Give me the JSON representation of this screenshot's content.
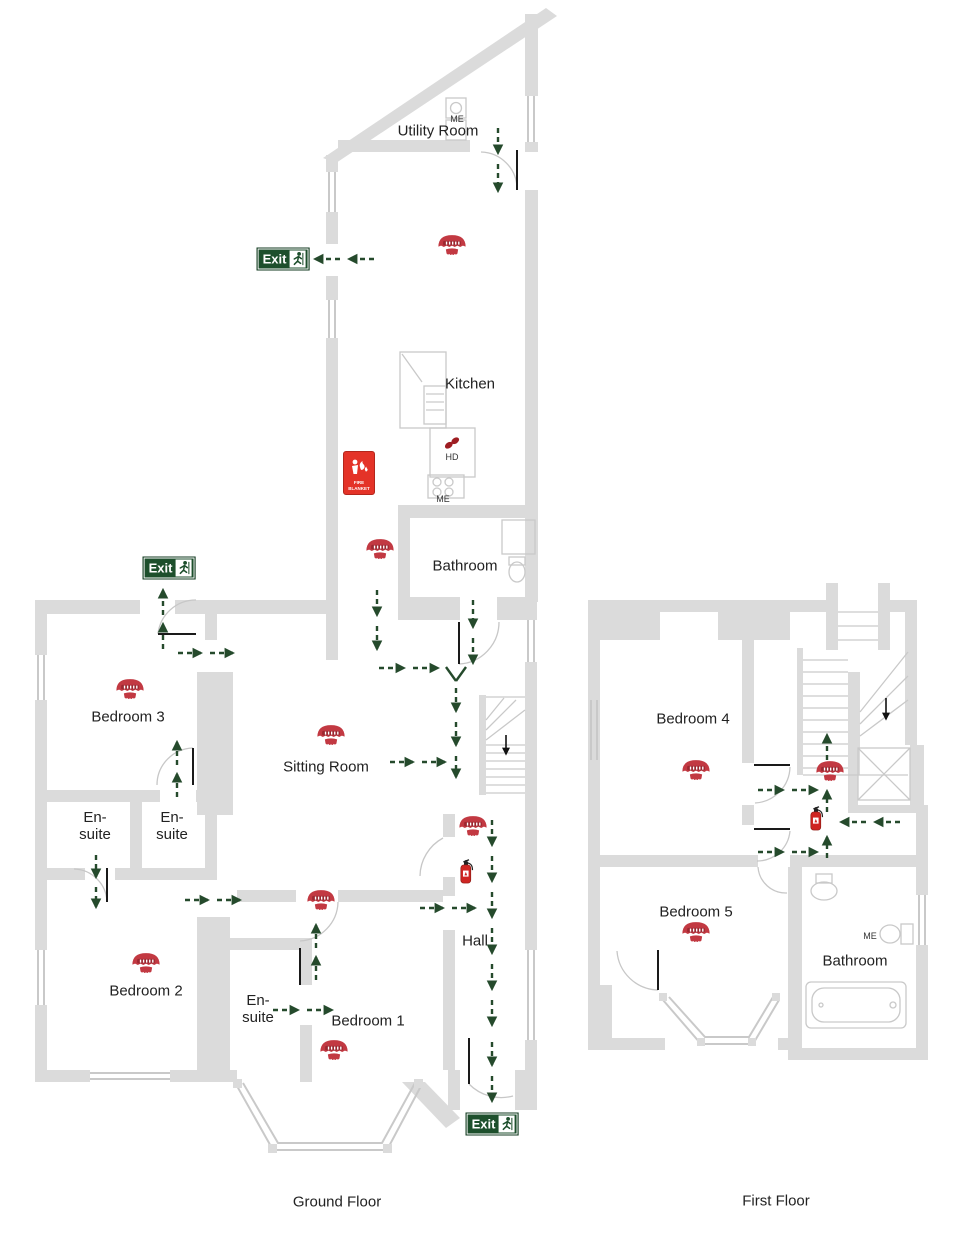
{
  "ground_floor": {
    "label": "Ground Floor",
    "rooms": {
      "utility": "Utility Room",
      "kitchen": "Kitchen",
      "bathroom": "Bathroom",
      "bedroom3": "Bedroom 3",
      "sitting_room": "Sitting Room",
      "ensuite_left": "En-suite",
      "ensuite_middle": "En-suite",
      "bedroom2": "Bedroom 2",
      "ensuite_bedroom1": "En-suite",
      "bedroom1": "Bedroom 1",
      "hall": "Hall"
    },
    "markers": {
      "me_utility": "ME",
      "hd_kitchen": "HD",
      "me_kitchen": "ME"
    }
  },
  "first_floor": {
    "label": "First Floor",
    "rooms": {
      "bedroom4": "Bedroom 4",
      "bedroom5": "Bedroom 5",
      "bathroom": "Bathroom"
    },
    "markers": {
      "me_bathroom": "ME"
    }
  },
  "signs": {
    "exit": "Exit",
    "fire_blanket": [
      "FIRE",
      "BLANKET"
    ]
  },
  "equipment_counts": {
    "smoke_detectors": 11,
    "fire_extinguishers": 2,
    "exit_signs": 3,
    "heat_detectors": 1,
    "fire_blankets": 1
  },
  "colors": {
    "wall": "#dbdbdb",
    "exit_green": "#1d4f2c",
    "detector_red": "#c23942",
    "detector_dark_red": "#9c2730",
    "route_green": "#254a2c",
    "blanket_red": "#e43328",
    "extinguisher_red": "#cf2522"
  }
}
